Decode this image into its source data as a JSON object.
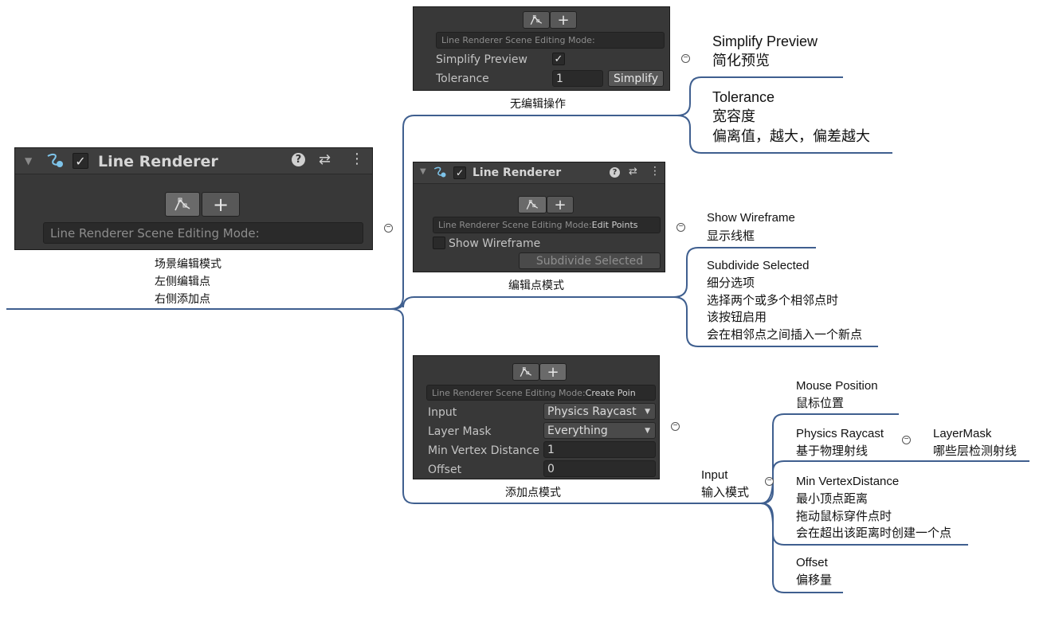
{
  "panel_main": {
    "title": "Line Renderer",
    "mode_label": "Line Renderer Scene Editing Mode:",
    "caption": [
      "场景编辑模式",
      "左侧编辑点",
      "右侧添加点"
    ]
  },
  "panel_none": {
    "mode_label": "Line Renderer Scene Editing Mode:",
    "simplify_preview_label": "Simplify Preview",
    "tolerance_label": "Tolerance",
    "tolerance_value": "1",
    "simplify_button": "Simplify",
    "caption": "无编辑操作"
  },
  "panel_edit": {
    "title": "Line Renderer",
    "mode_prefix": "Line Renderer Scene Editing Mode: ",
    "mode_value": "Edit Points",
    "show_wireframe_label": "Show Wireframe",
    "subdivide_button": "Subdivide Selected",
    "caption": "编辑点模式"
  },
  "panel_add": {
    "mode_prefix": "Line Renderer Scene Editing Mode: ",
    "mode_value": "Create Poin",
    "input_label": "Input",
    "input_value": "Physics Raycast",
    "layer_mask_label": "Layer Mask",
    "layer_mask_value": "Everything",
    "min_vertex_label": "Min Vertex Distance",
    "min_vertex_value": "1",
    "offset_label": "Offset",
    "offset_value": "0",
    "caption": "添加点模式"
  },
  "notes": {
    "simplify_preview": [
      "Simplify Preview",
      "简化预览"
    ],
    "tolerance": [
      "Tolerance",
      "宽容度",
      "偏离值，越大，偏差越大"
    ],
    "show_wireframe": [
      "Show Wireframe",
      "显示线框"
    ],
    "subdivide": [
      "Subdivide Selected",
      "细分选项",
      "选择两个或多个相邻点时",
      "该按钮启用",
      "会在相邻点之间插入一个新点"
    ],
    "input": [
      "Input",
      "输入模式"
    ],
    "mouse_position": [
      "Mouse Position",
      "鼠标位置"
    ],
    "physics_raycast": [
      "Physics Raycast",
      "基于物理射线"
    ],
    "layer_mask": [
      "LayerMask",
      "哪些层检测射线"
    ],
    "min_vertex": [
      "Min VertexDistance",
      "最小顶点距离",
      "拖动鼠标穿件点时",
      "会在超出该距离时创建一个点"
    ],
    "offset": [
      "Offset",
      "偏移量"
    ]
  },
  "colors": {
    "line": "#3f5f8f",
    "panel": "#383838"
  }
}
